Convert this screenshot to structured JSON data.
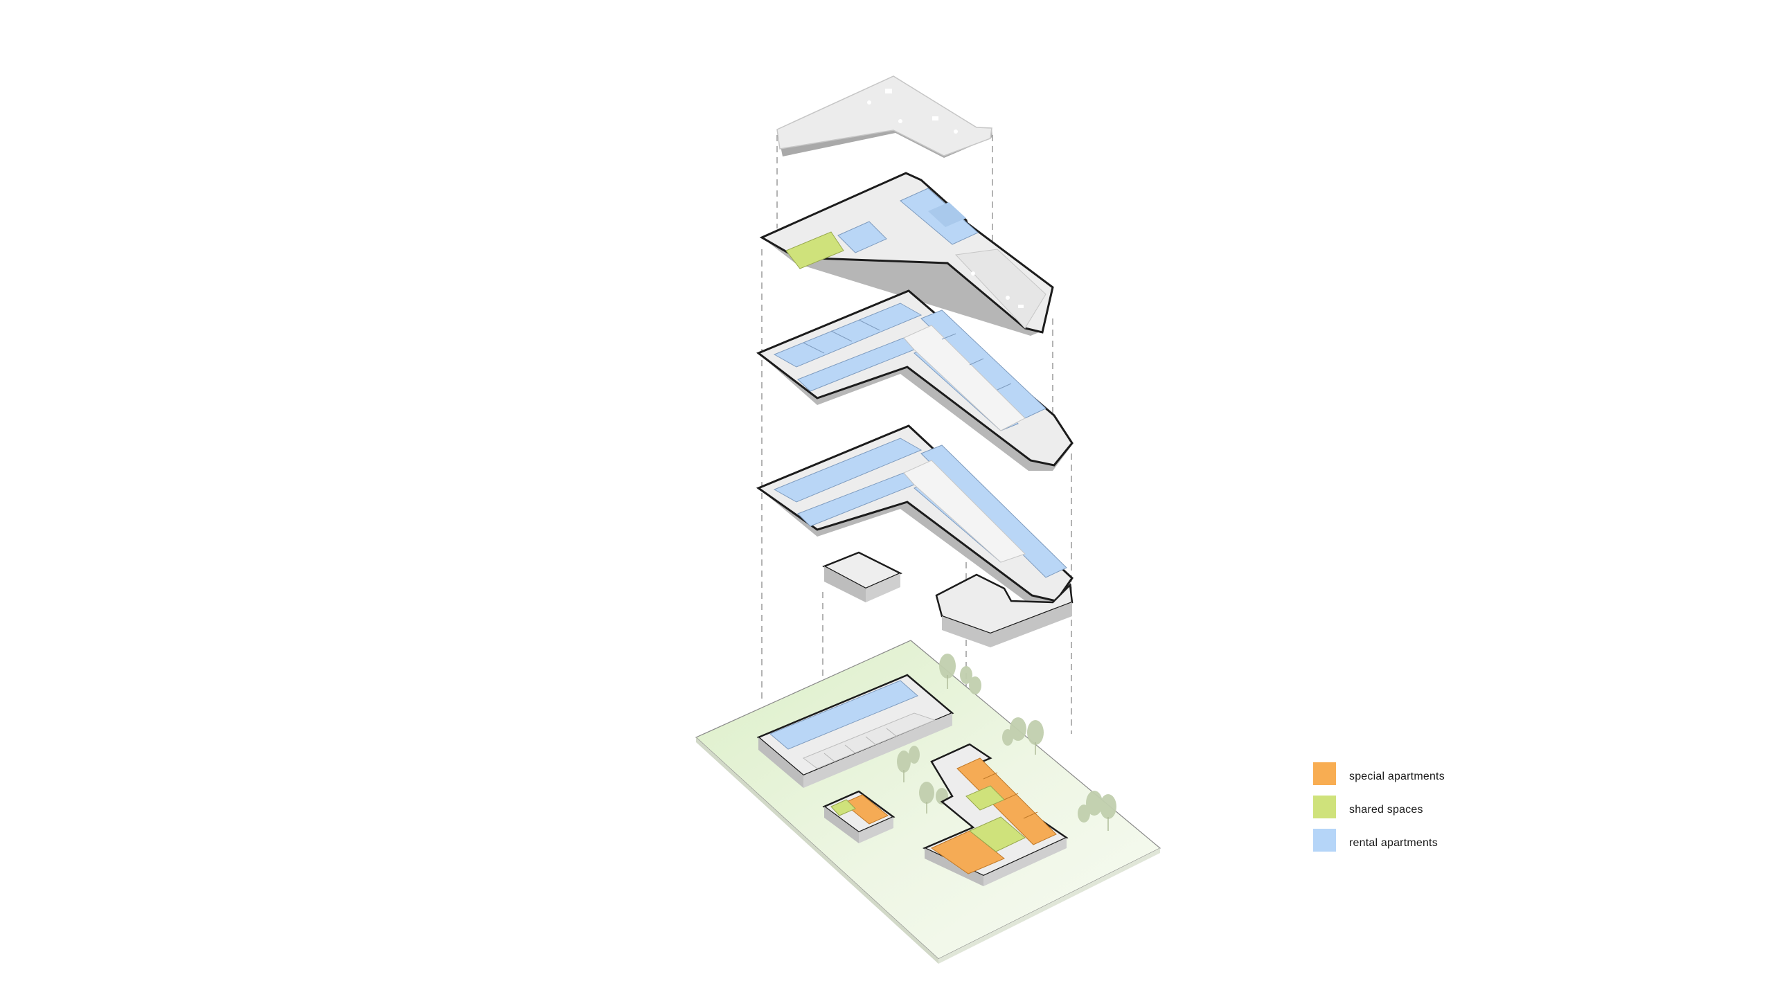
{
  "legend": {
    "items": [
      {
        "label": "special apartments",
        "color": "#f8ad52"
      },
      {
        "label": "shared spaces",
        "color": "#cfe27b"
      },
      {
        "label": "rental apartments",
        "color": "#b5d5f8"
      }
    ]
  },
  "colors": {
    "rental": "#b9d6f6",
    "shared": "#cfe27b",
    "special": "#f5ab55",
    "slab": "#ededed",
    "slab_edge": "#d2d2d2",
    "outline": "#1c1c1c",
    "site": "#e4f1d4",
    "tree": "#c1cfae",
    "guide": "#888888"
  }
}
